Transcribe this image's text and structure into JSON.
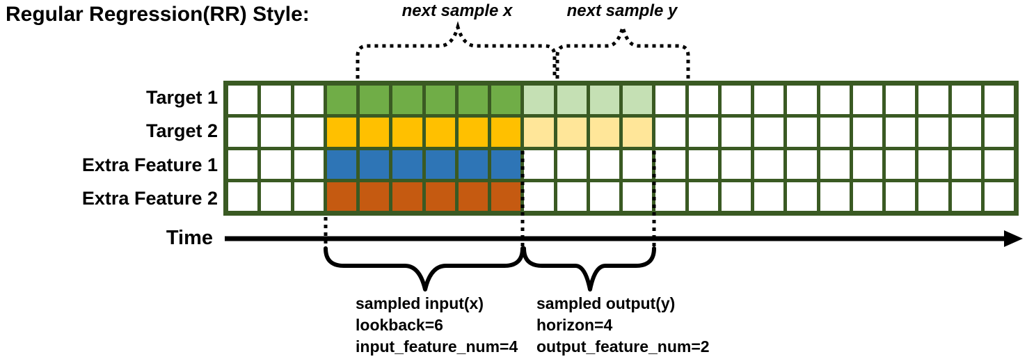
{
  "title": "Regular Regression(RR) Style:",
  "top_labels": {
    "x": "next sample x",
    "y": "next sample y"
  },
  "time_label": "Time",
  "legend_left": [
    "sampled input(x)",
    "lookback=6",
    "input_feature_num=4"
  ],
  "legend_right": [
    "sampled output(y)",
    "horizon=4",
    "output_feature_num=2"
  ],
  "grid": {
    "num_columns": 24,
    "input_start_col": 3,
    "lookback": 6,
    "horizon": 4,
    "border_color": "#3A5A23",
    "rows": [
      {
        "label": "Target 1",
        "input_color": "#70AD47",
        "output_color": "#C5E0B4"
      },
      {
        "label": "Target 2",
        "input_color": "#FFC000",
        "output_color": "#FFE699"
      },
      {
        "label": "Extra Feature 1",
        "input_color": "#2E75B6",
        "output_color": null
      },
      {
        "label": "Extra Feature 2",
        "input_color": "#C55A11",
        "output_color": null
      }
    ]
  },
  "annotation_color": "#000000"
}
